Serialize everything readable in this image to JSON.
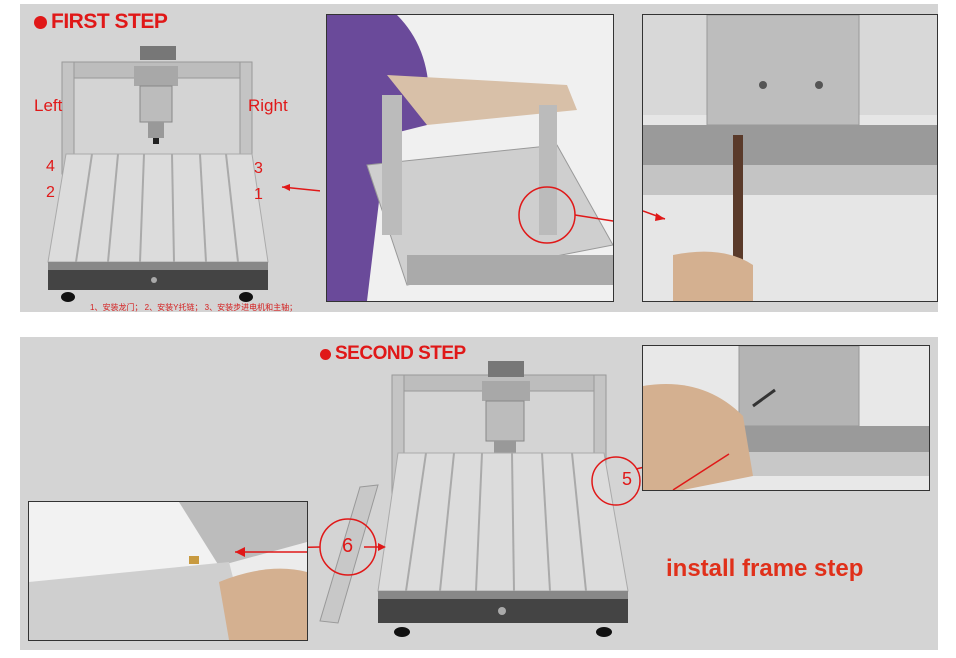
{
  "first_step": {
    "heading": "FIRST STEP",
    "labels": {
      "left": "Left",
      "right": "Right"
    },
    "markers": [
      "1",
      "2",
      "3",
      "4"
    ],
    "caption_cn": "1、安装龙门； 2、安装Y托链； 3、安装步进电机和主轴；"
  },
  "second_step": {
    "heading": "SECOND STEP",
    "markers": [
      "5",
      "6"
    ],
    "tagline": "install frame step"
  },
  "colors": {
    "accent_red": "#e01818",
    "panel_gray": "#d4d4d4",
    "tagline_red": "#e0301a"
  }
}
